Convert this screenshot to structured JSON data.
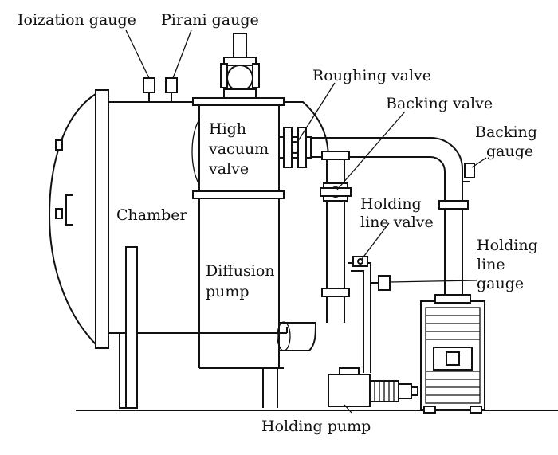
{
  "labels": {
    "ionization_gauge": "Ioization gauge",
    "pirani_gauge": "Pirani gauge",
    "roughing_valve": "Roughing valve",
    "backing_valve": "Backing valve",
    "backing_gauge_1": "Backing",
    "backing_gauge_2": "gauge",
    "high_vacuum_valve_1": "High",
    "high_vacuum_valve_2": "vacuum",
    "high_vacuum_valve_3": "valve",
    "chamber": "Chamber",
    "holding_line_valve_1": "Holding",
    "holding_line_valve_2": "line valve",
    "holding_line_gauge_1": "Holding",
    "holding_line_gauge_2": "line",
    "holding_line_gauge_3": "gauge",
    "diffusion_pump_1": "Diffusion",
    "diffusion_pump_2": "pump",
    "holding_pump": "Holding pump"
  }
}
